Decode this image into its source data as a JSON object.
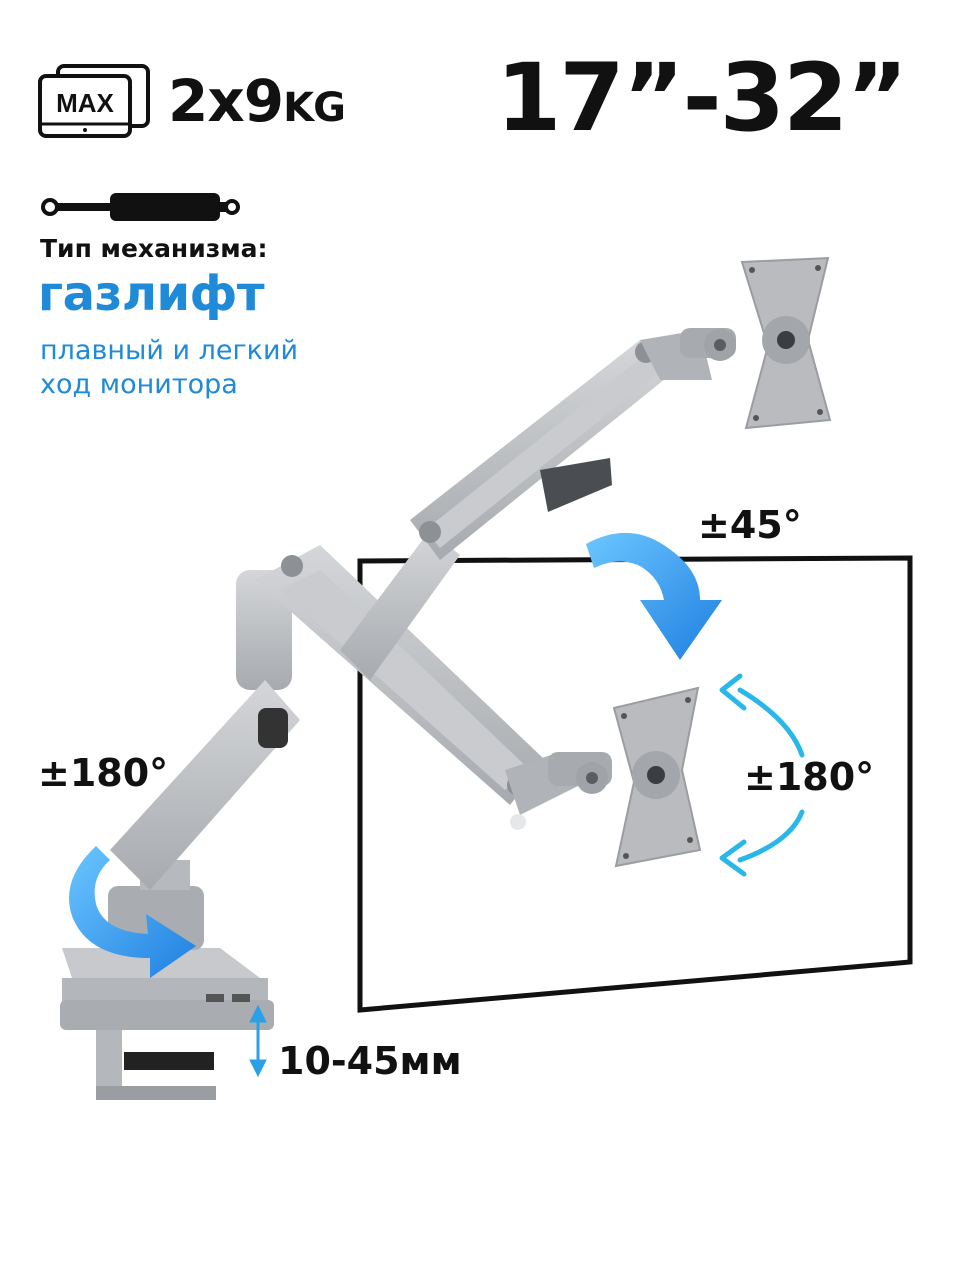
{
  "specs": {
    "max_badge": "MAX",
    "max_weight_value": "2x9",
    "max_weight_unit": "KG",
    "screen_size": "17”-32”"
  },
  "mechanism": {
    "label": "Тип механизма:",
    "type": "газлифт",
    "desc_line1": "плавный и легкий",
    "desc_line2": "ход монитора"
  },
  "callouts": {
    "tilt": "±45°",
    "swivel": "±180°",
    "rotation": "±180°",
    "clamp_range": "10-45мм"
  },
  "colors": {
    "accent": "#1e8ad8",
    "arm_silver": "#b9bbbe",
    "monitor_frame": "#111111",
    "arrow_blue": "#2b9be6",
    "arrow_cyan": "#29b7ea"
  },
  "icons": [
    "monitor-max-icon",
    "gas-spring-icon",
    "tilt-arrow-icon",
    "swivel-arrow-icon",
    "rotation-arrow-icon",
    "clamp-range-arrow-icon"
  ]
}
